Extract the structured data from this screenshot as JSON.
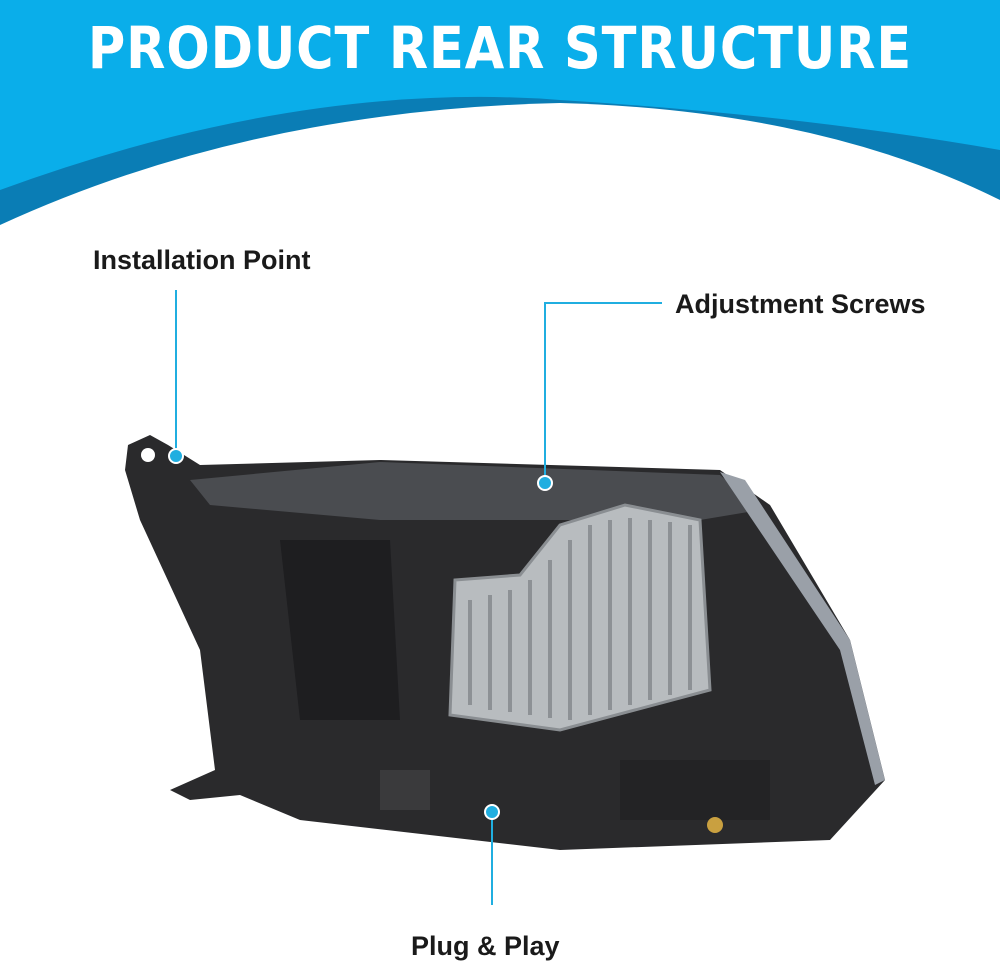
{
  "header": {
    "title": "PRODUCT REAR STRUCTURE"
  },
  "callouts": {
    "installation_point": "Installation Point",
    "adjustment_screws": "Adjustment Screws",
    "plug_and_play": "Plug & Play"
  },
  "colors": {
    "header_blue": "#0aaeea",
    "header_dark_blue": "#0a7db5",
    "callout_line": "#20aee0"
  }
}
